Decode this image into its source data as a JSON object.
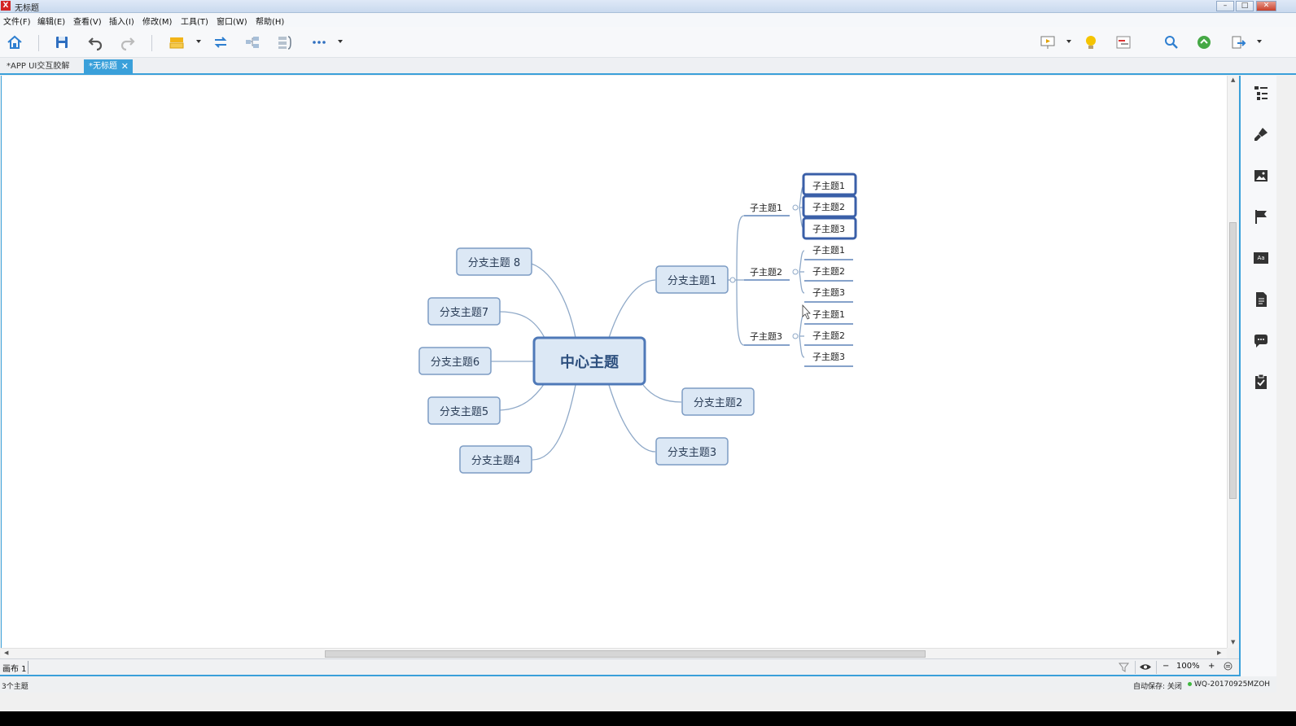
{
  "window": {
    "title": "无标题",
    "app_badge": "X"
  },
  "menu": [
    "文件(F)",
    "编辑(E)",
    "查看(V)",
    "插入(I)",
    "修改(M)",
    "工具(T)",
    "窗口(W)",
    "帮助(H)"
  ],
  "toolbar": {
    "icons": [
      "home-icon",
      "save-icon",
      "undo-icon",
      "redo-icon",
      "topic-icon",
      "relationship-icon",
      "structure-icon",
      "summary-icon",
      "more-icon",
      "presentation-icon",
      "idea-icon",
      "gantt-icon",
      "search-icon",
      "share-icon",
      "export-icon"
    ]
  },
  "tabs": [
    {
      "label": "*APP UI交互胶解",
      "active": false
    },
    {
      "label": "*无标题",
      "active": true,
      "close": "✕"
    }
  ],
  "mindmap": {
    "central": "中心主题",
    "branches": {
      "b1": "分支主题1",
      "b2": "分支主题2",
      "b3": "分支主题3",
      "b4": "分支主题4",
      "b5": "分支主题5",
      "b6": "分支主题6",
      "b7": "分支主题7",
      "b8": "分支主题 8"
    },
    "subtopics": {
      "s1": {
        "label": "子主题1",
        "children": [
          "子主题1",
          "子主题2",
          "子主题3"
        ]
      },
      "s2": {
        "label": "子主题2",
        "children": [
          "子主题1",
          "子主题2",
          "子主题3"
        ]
      },
      "s3": {
        "label": "子主题3",
        "children": [
          "子主题1",
          "子主题2",
          "子主题3"
        ]
      }
    },
    "colors": {
      "line": "#8fa9c8",
      "node_fill": "#dce8f5",
      "node_border": "#7d9cc4",
      "central_border": "#4f79b8",
      "selected_border": "#3a5fa8"
    }
  },
  "sheet": {
    "label": "画布 1"
  },
  "zoom": {
    "minus": "−",
    "level": "100%",
    "plus": "+"
  },
  "status": {
    "topics": "3个主题",
    "autosave": "自动保存: 关闭",
    "user": "WQ-20170925MZOH"
  },
  "side_panel_icons": [
    "outline-icon",
    "format-brush-icon",
    "image-icon",
    "flag-icon",
    "text-style-icon",
    "notes-icon",
    "comment-icon",
    "task-icon"
  ]
}
